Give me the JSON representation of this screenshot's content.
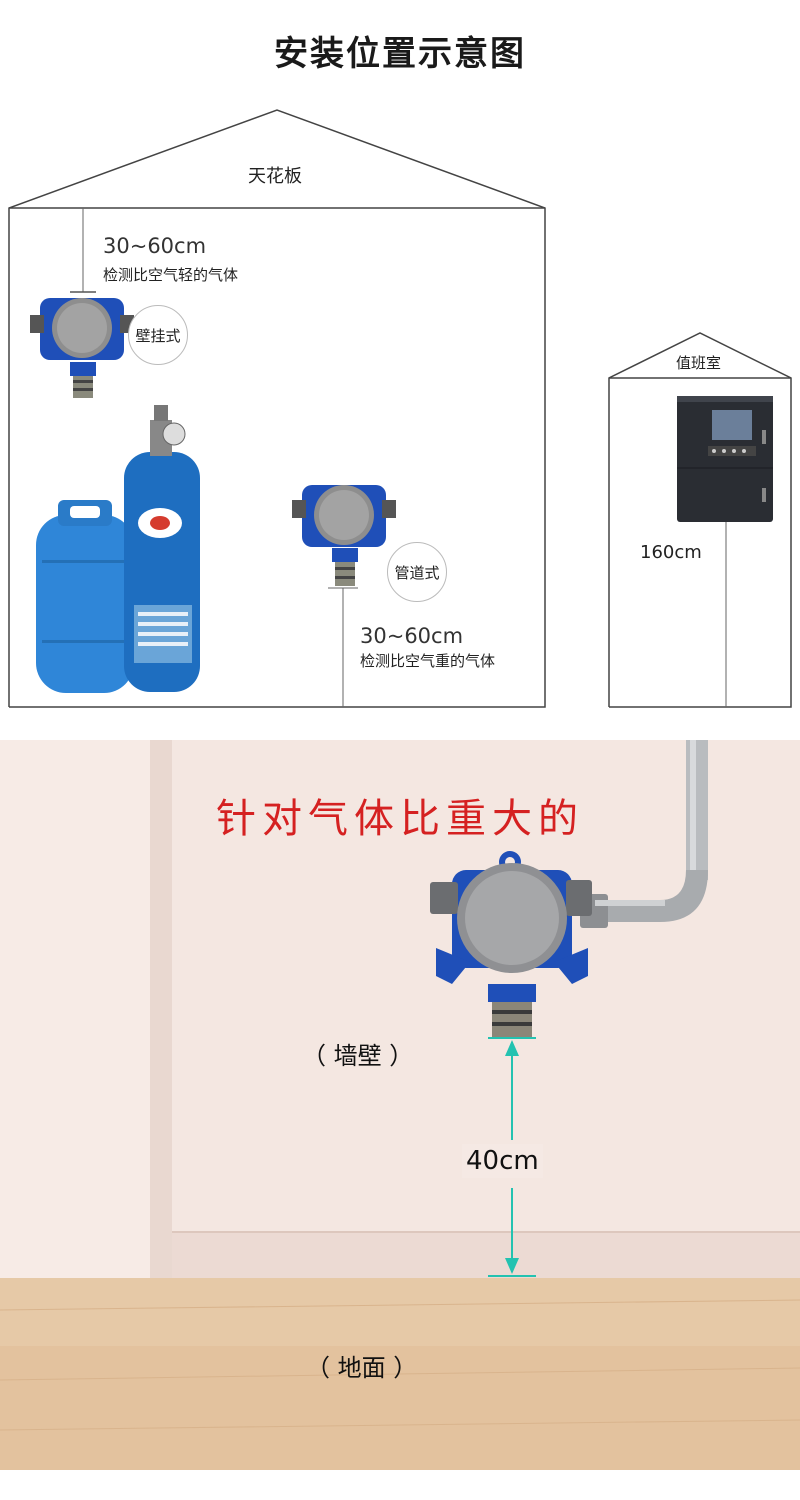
{
  "title": "安装位置示意图",
  "house": {
    "ceiling_label": "天花板",
    "light_gas_distance": "30~60cm",
    "light_gas_desc": "检测比空气轻的气体",
    "wall_mount_label": "壁挂式",
    "pipe_mount_label": "管道式",
    "heavy_gas_distance": "30~60cm",
    "heavy_gas_desc": "检测比空气重的气体"
  },
  "duty_room": {
    "label": "值班室",
    "controller_height": "160cm"
  },
  "photo": {
    "heading": "针对气体比重大的",
    "wall_label": "（ 墙壁 ）",
    "floor_label": "（ 地面 ）",
    "height_label": "40cm"
  },
  "colors": {
    "detector_blue": "#1f4fb8",
    "cylinder_blue": "#2f86d8",
    "heading_red": "#d52121",
    "measure_teal": "#23c2b0"
  }
}
